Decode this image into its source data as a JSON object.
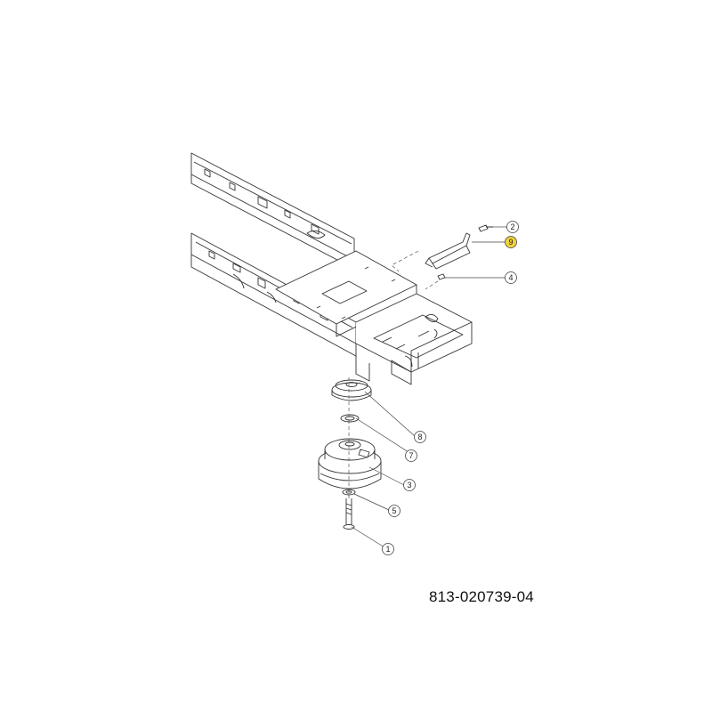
{
  "diagram": {
    "part_number": "813-020739-04",
    "callouts": [
      {
        "id": "2",
        "label": "2"
      },
      {
        "id": "9",
        "label": "9",
        "highlight": "#f2d23a"
      },
      {
        "id": "4",
        "label": "4"
      },
      {
        "id": "8",
        "label": "8"
      },
      {
        "id": "7",
        "label": "7"
      },
      {
        "id": "3",
        "label": "3"
      },
      {
        "id": "5",
        "label": "5"
      },
      {
        "id": "1",
        "label": "1"
      }
    ],
    "colors": {
      "line": "#333333",
      "light_line": "#888888",
      "highlight": "#f2d23a"
    }
  }
}
